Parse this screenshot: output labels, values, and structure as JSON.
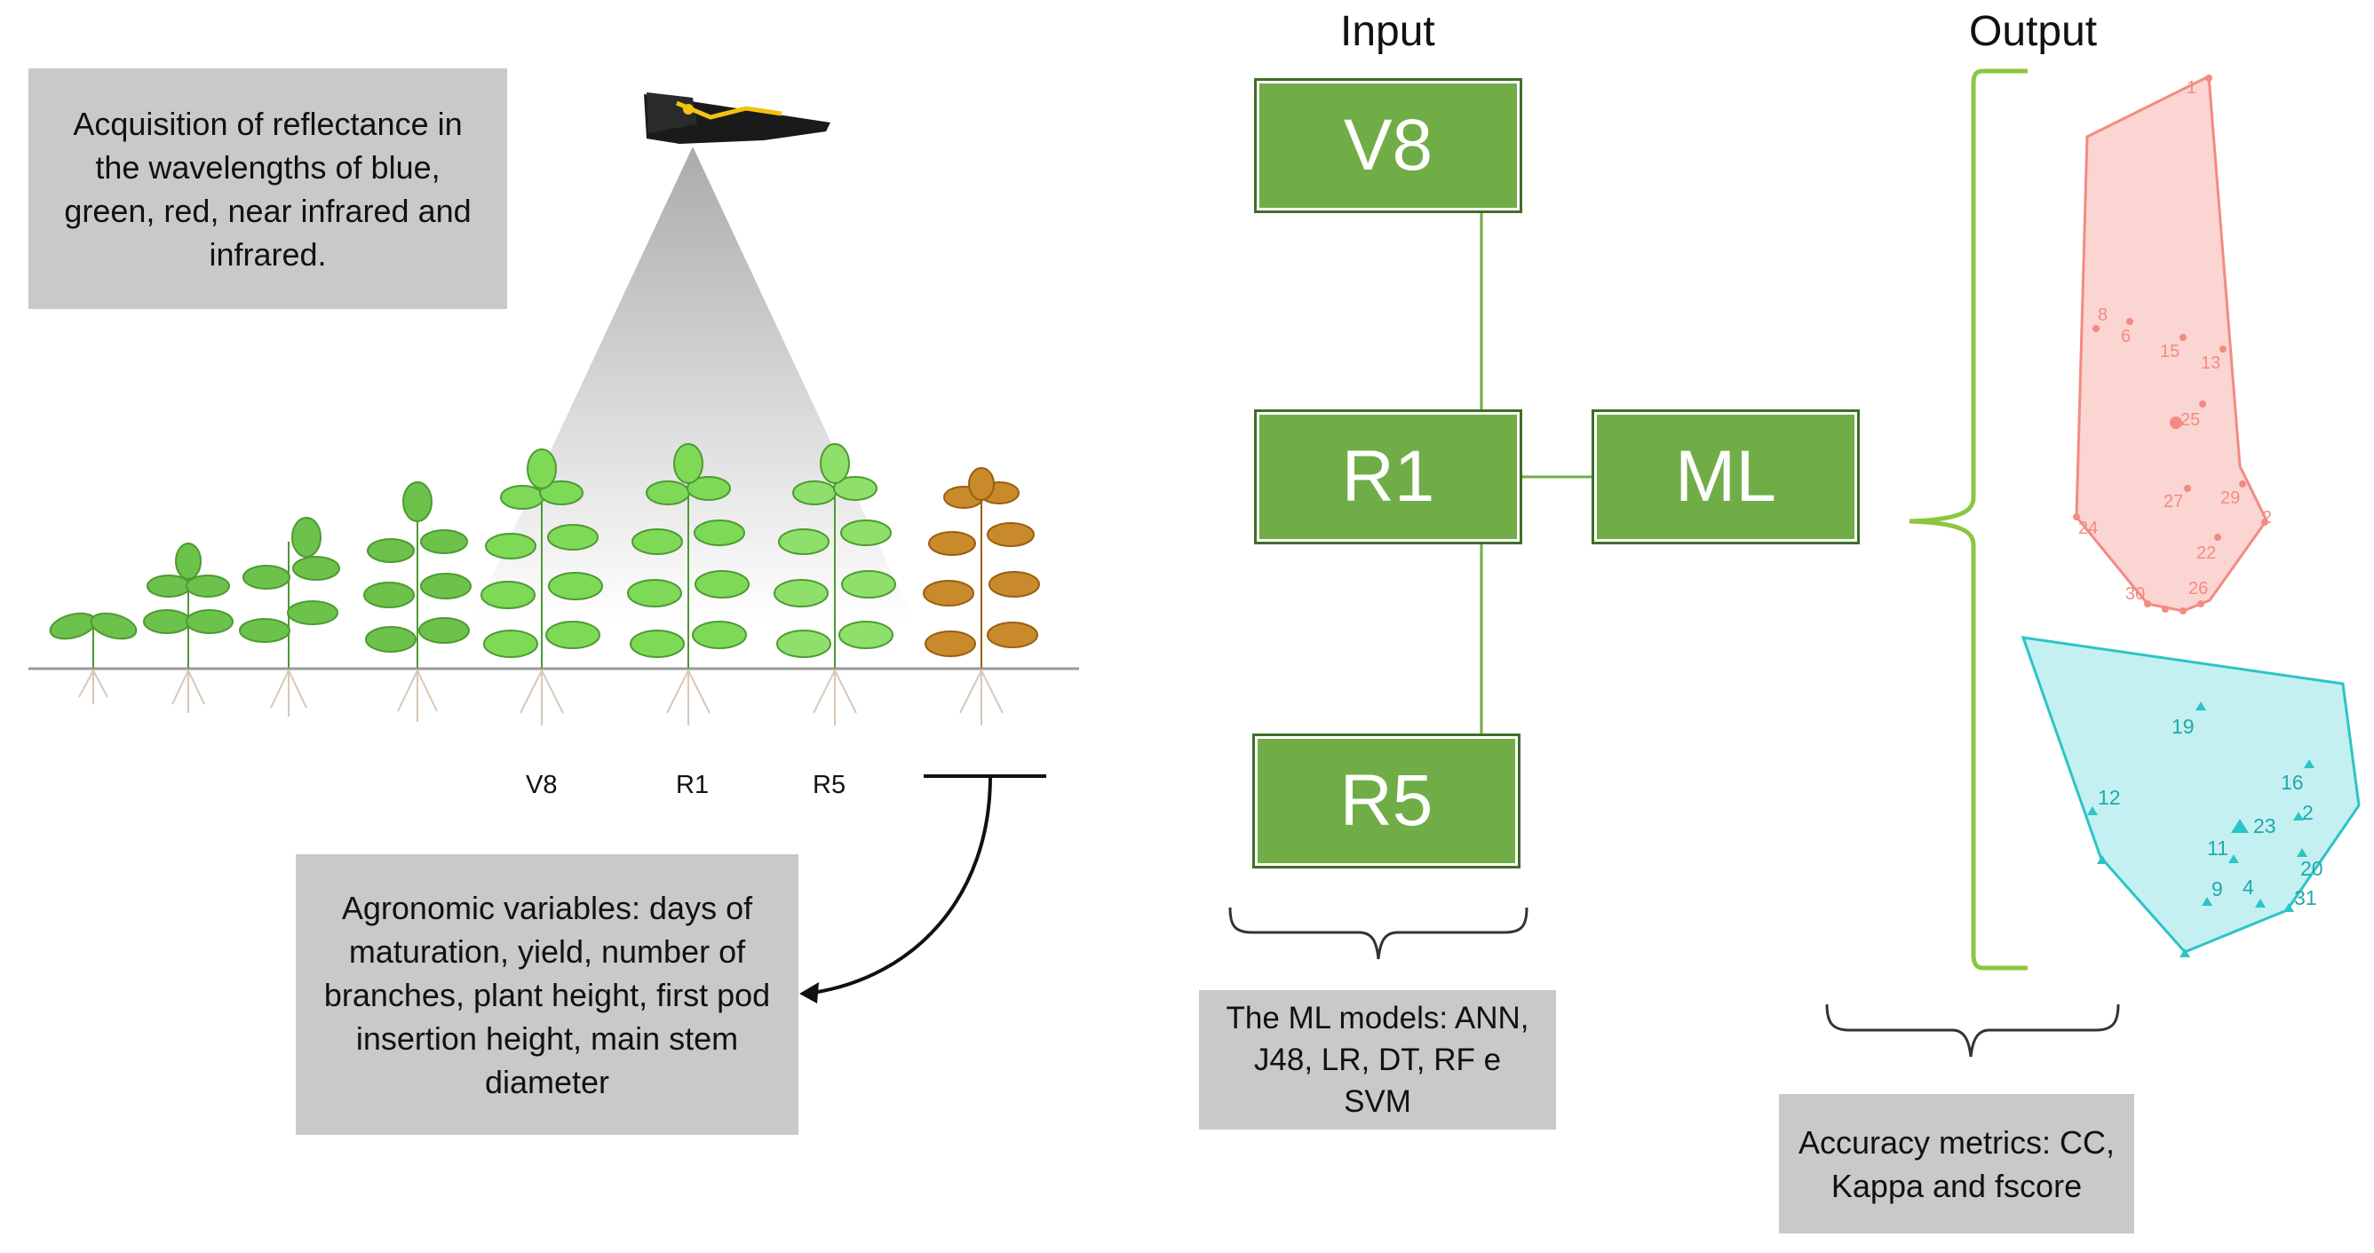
{
  "left_panel": {
    "reflectance_text": "Acquisition of reflectance in the wavelengths of blue, green, red, near infrared and infrared.",
    "stage_labels": [
      "V8",
      "R1",
      "R5"
    ],
    "agronomic_text": "Agronomic variables: days of maturation, yield, number of branches, plant height, first pod insertion height, main stem diameter"
  },
  "input": {
    "heading": "Input",
    "boxes": [
      "V8",
      "R1",
      "R5"
    ],
    "models_text": "The ML models: ANN, J48, LR, DT, RF e SVM"
  },
  "ml_box": "ML",
  "output": {
    "heading": "Output",
    "metrics_text": "Accuracy metrics: CC, Kappa and fscore",
    "red_cluster": {
      "color": "#f28b82",
      "fill": "#fbd5d2",
      "labels": [
        "1",
        "8",
        "6",
        "15",
        "13",
        "25",
        "27",
        "29",
        "24",
        "2",
        "22",
        "30",
        "26"
      ]
    },
    "cyan_cluster": {
      "color": "#2bc4c8",
      "fill": "#c5f0f1",
      "labels": [
        "19",
        "16",
        "12",
        "2",
        "23",
        "11",
        "20",
        "9",
        "4",
        "31"
      ]
    }
  },
  "colors": {
    "green_box": "#70ad47",
    "gray_box": "#c9c9c9",
    "brace": "#8cc63f",
    "plant": "#6cc24a",
    "mature_plant": "#c98a2b"
  }
}
